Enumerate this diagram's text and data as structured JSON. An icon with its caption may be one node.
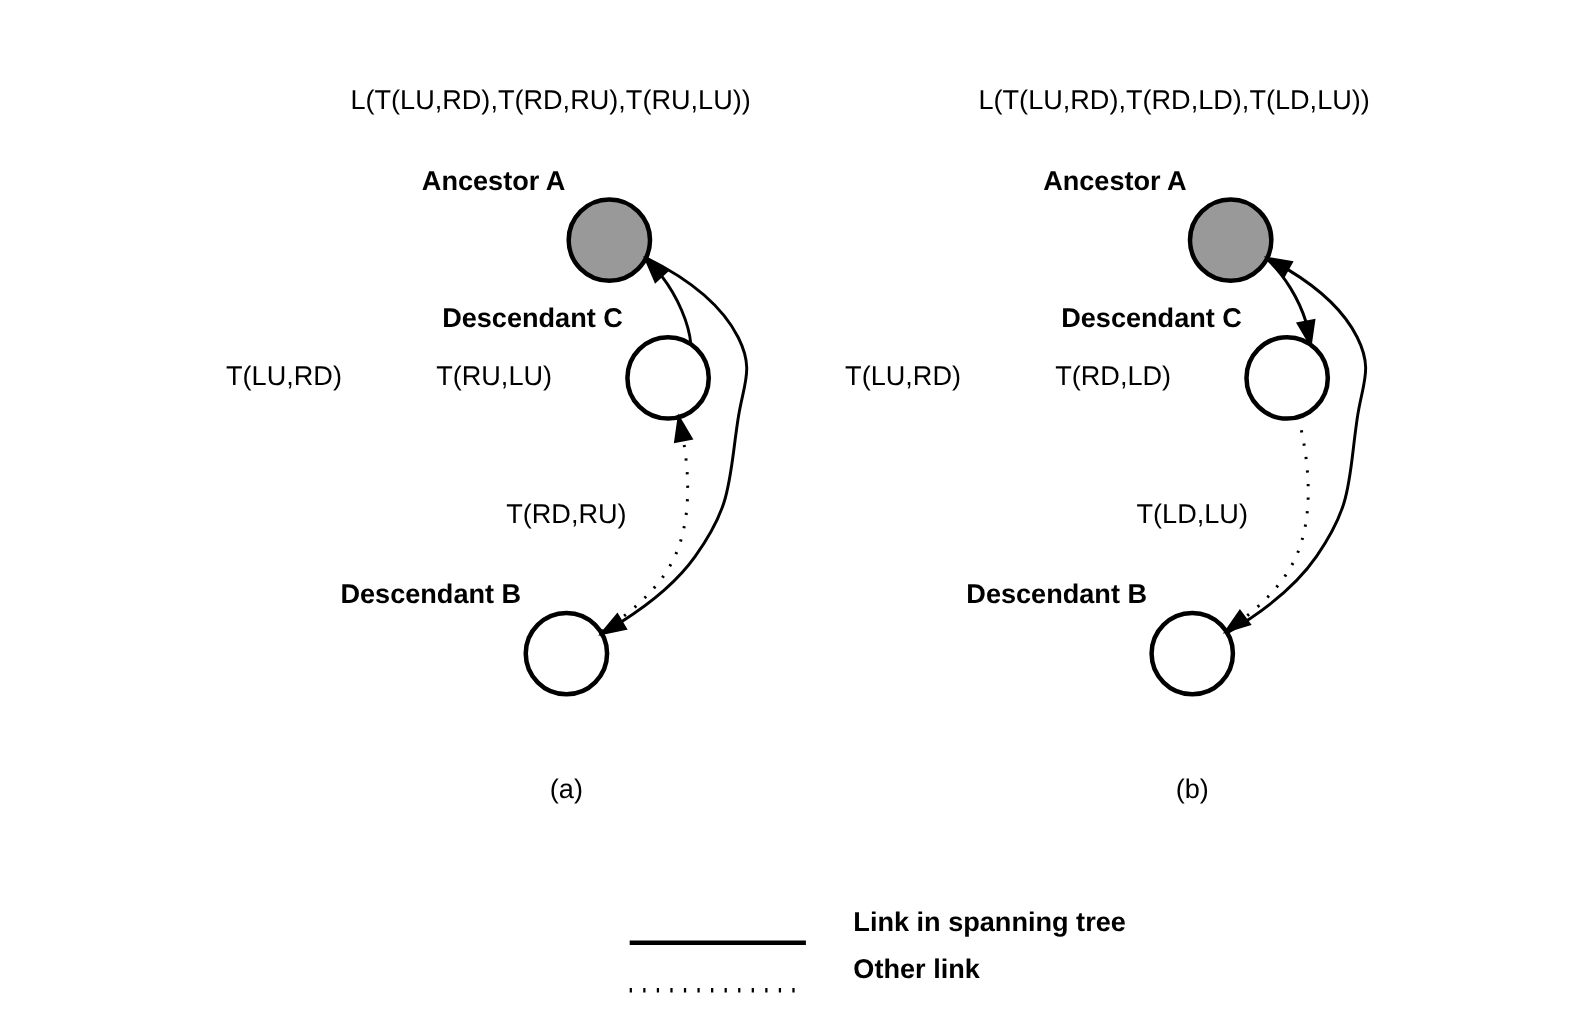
{
  "diagram": {
    "nodes": [
      {
        "text": [],
        "shape": "circle",
        "beside": [
          "Ancestor A"
        ]
      },
      {
        "text": [],
        "shape": "circle",
        "beside": [
          "Descendant C"
        ]
      },
      {
        "text": [],
        "shape": "circle",
        "beside": [
          "Descendant B"
        ]
      },
      {
        "text": [],
        "shape": "circle",
        "beside": [
          "Ancestor A"
        ]
      },
      {
        "text": [],
        "shape": "circle",
        "beside": [
          "Descendant C"
        ]
      },
      {
        "text": [],
        "shape": "circle",
        "beside": [
          "Descendant B"
        ]
      }
    ],
    "edges": [
      {
        "from": 0,
        "to": 2,
        "arrow": "to"
      },
      {
        "from": 1,
        "to": 0,
        "arrow": "to"
      },
      {
        "from": 2,
        "to": 1,
        "arrow": "to",
        "style": "dashed"
      },
      {
        "from": 3,
        "to": 4,
        "arrow": "to"
      },
      {
        "from": 5,
        "to": 3,
        "arrow": "to"
      },
      {
        "from": 4,
        "to": 5,
        "arrow": "to",
        "style": "dashed"
      }
    ],
    "labels": [
      "L(T(LU,RD),T(RD,RU),T(RU,LU))",
      "T(LU,RD)",
      "T(RU,LU)",
      "T(RD,RU)",
      "L(T(LU,RD),T(RD,LD),T(LD,LU))",
      "T(LU,RD)",
      "T(RD,LD)",
      "T(LD,LU)",
      "(a)",
      "(b)"
    ],
    "legend": [
      {
        "text": "Link in spanning tree"
      },
      {
        "text": "Other link"
      }
    ]
  }
}
